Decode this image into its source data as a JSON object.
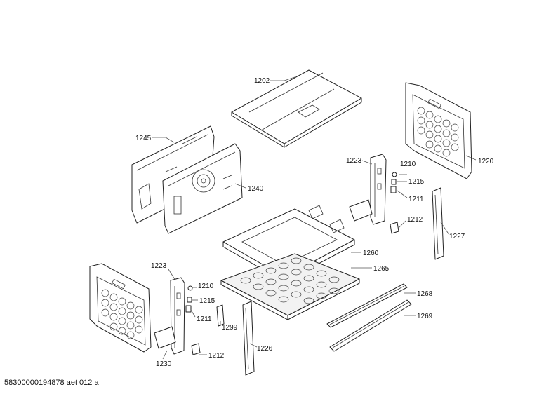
{
  "document_id": "58300000194878 aet 012 a",
  "callouts": {
    "c1202": "1202",
    "c1245": "1245",
    "c1240": "1240",
    "c1220": "1220",
    "c1223a": "1223",
    "c1210a": "1210",
    "c1215a": "1215",
    "c1211a": "1211",
    "c1212a": "1212",
    "c1227": "1227",
    "c1260": "1260",
    "c1265": "1265",
    "c1223b": "1223",
    "c1210b": "1210",
    "c1215b": "1215",
    "c1211b": "1211",
    "c1299": "1299",
    "c1226": "1226",
    "c1212b": "1212",
    "c1230": "1230",
    "c1268": "1268",
    "c1269": "1269"
  }
}
